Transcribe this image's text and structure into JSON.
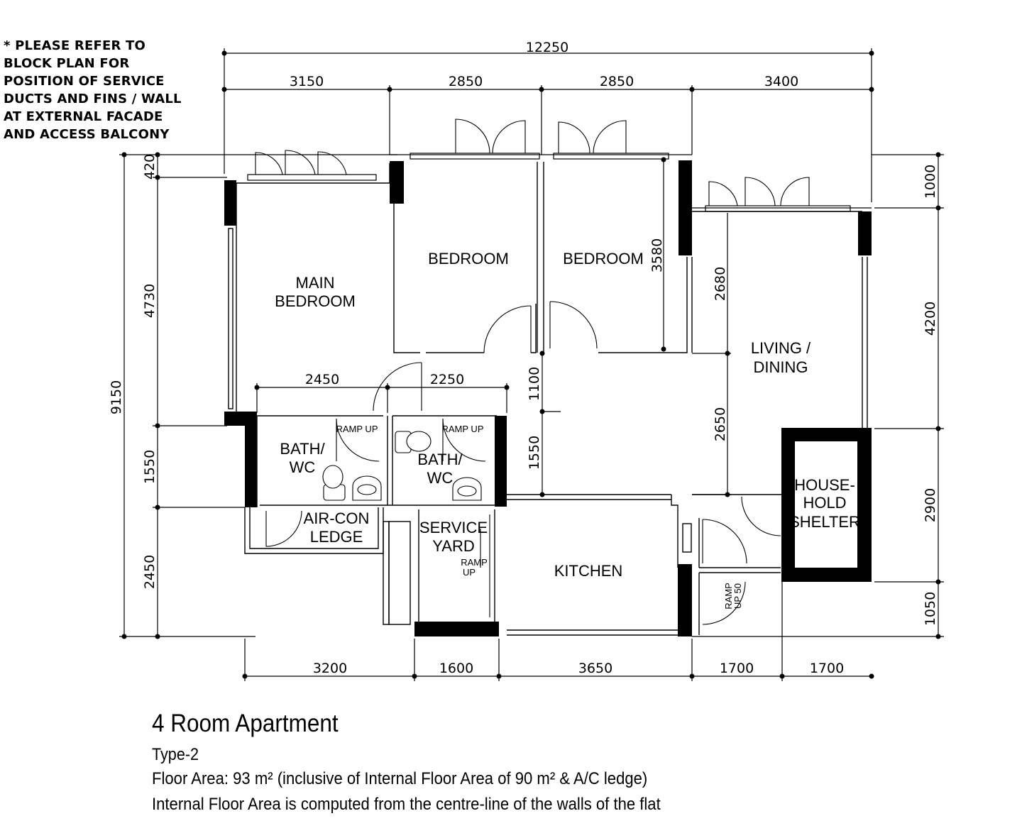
{
  "note": "* PLEASE REFER TO\nBLOCK PLAN FOR\nPOSITION OF SERVICE\nDUCTS AND FINS / WALL\nAT EXTERNAL FACADE\nAND ACCESS BALCONY",
  "dimensions": {
    "overall_width": "12250",
    "top_segments": [
      "3150",
      "2850",
      "2850",
      "3400"
    ],
    "bottom_segments": [
      "3200",
      "1600",
      "3650",
      "1700",
      "1700"
    ],
    "left_overall": "9150",
    "left_segments": [
      "420",
      "4730",
      "1550",
      "2450"
    ],
    "right_segments": [
      "1000",
      "4200",
      "2900",
      "1050"
    ],
    "bath_widths": [
      "2450",
      "2250"
    ],
    "corridor": [
      "1100",
      "1550"
    ],
    "bedroom_depth": "3580",
    "living_depths": [
      "2680",
      "2650"
    ]
  },
  "rooms": {
    "main_bedroom": [
      "MAIN",
      "BEDROOM"
    ],
    "bedroom_1": "BEDROOM",
    "bedroom_2": "BEDROOM",
    "living_dining": [
      "LIVING /",
      "DINING"
    ],
    "bath_1": [
      "BATH/",
      "WC"
    ],
    "bath_2": [
      "BATH/",
      "WC"
    ],
    "aircon_ledge": [
      "AIR-CON",
      "LEDGE"
    ],
    "service_yard": [
      "SERVICE",
      "YARD"
    ],
    "kitchen": "KITCHEN",
    "household_shelter": [
      "HOUSE-",
      "HOLD",
      "SHELTER"
    ]
  },
  "annotations": {
    "ramp_up": "RAMP UP",
    "ramp_up_yard": [
      "RAMP",
      "UP"
    ],
    "ramp_up_50": [
      "RAMP",
      "UP 50"
    ]
  },
  "caption": {
    "title": "4 Room Apartment",
    "type": "Type-2",
    "line1": "Floor Area: 93 m² (inclusive of Internal Floor Area of 90 m² & A/C ledge)",
    "line2": "Internal Floor Area is computed from the centre-line of the walls of the flat"
  }
}
